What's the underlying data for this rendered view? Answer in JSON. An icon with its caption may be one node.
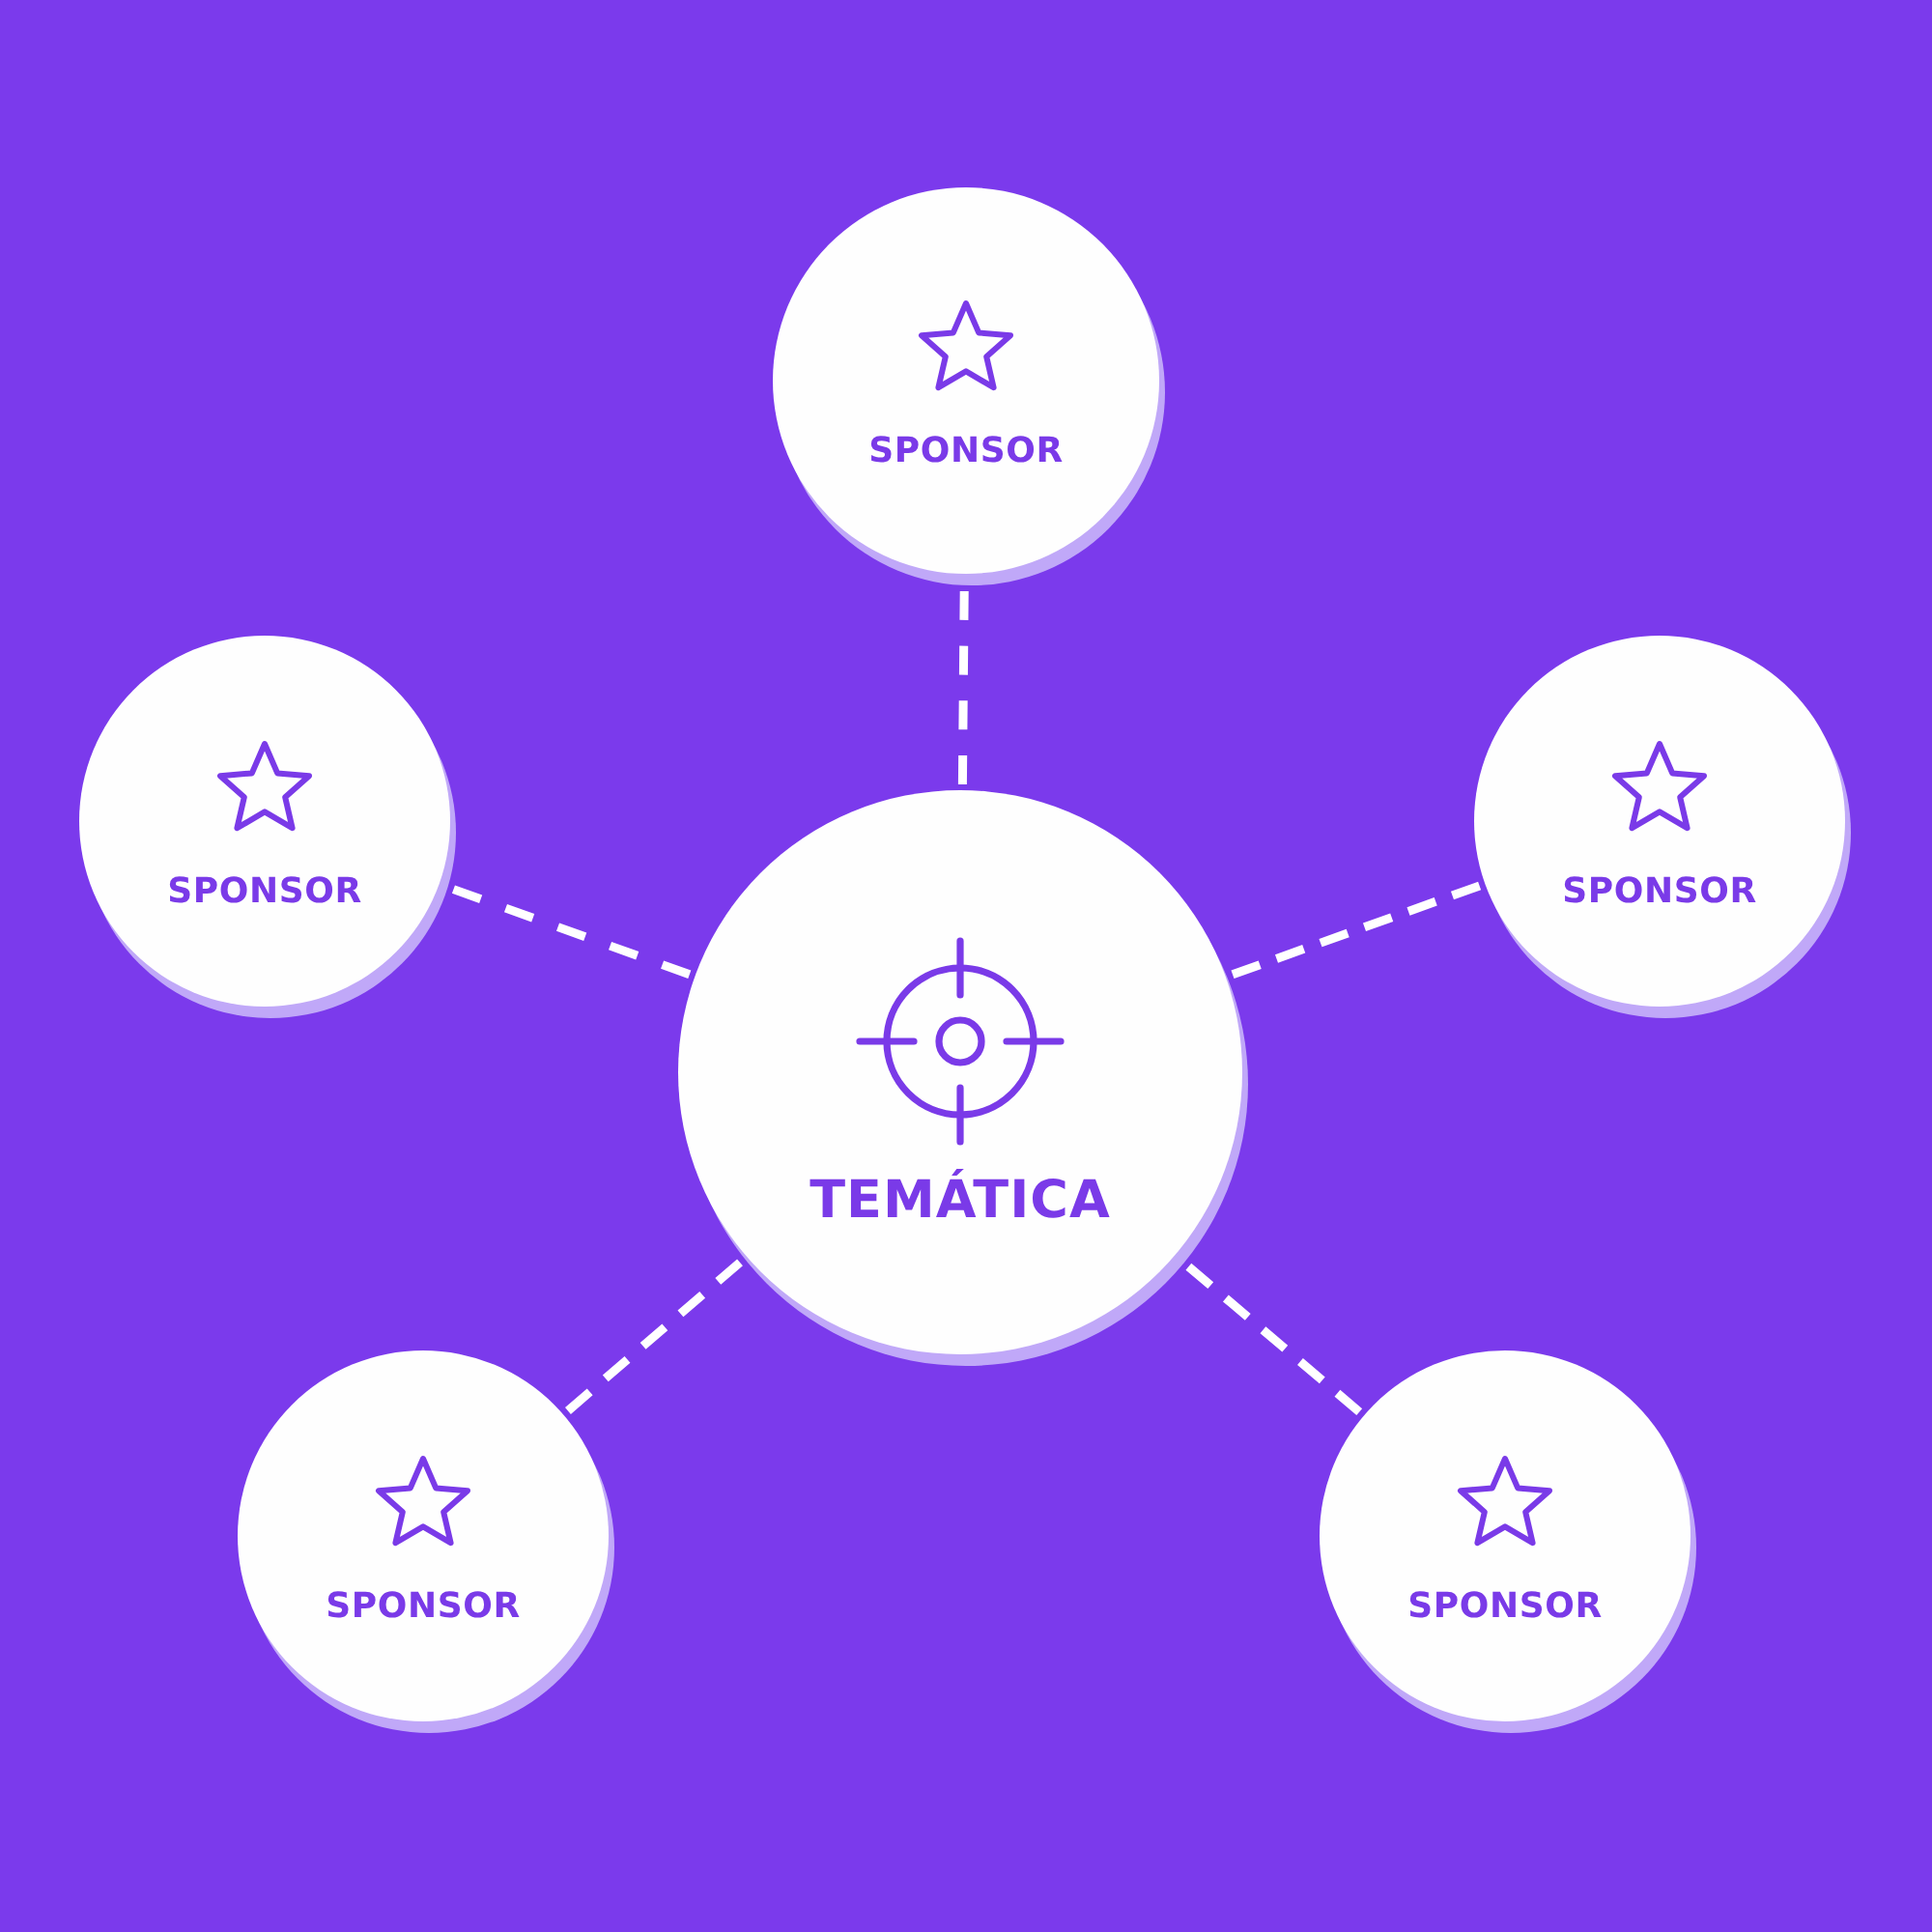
{
  "diagram": {
    "nodes": [
      {
        "text": [
          "SPONSOR"
        ]
      },
      {
        "text": [
          "SPONSOR"
        ]
      },
      {
        "text": [
          "SPONSOR"
        ]
      },
      {
        "text": [
          "TEMÁTICA"
        ]
      },
      {
        "text": [
          "SPONSOR"
        ]
      },
      {
        "text": [
          "SPONSOR"
        ]
      }
    ],
    "edges": [
      {
        "from": 3,
        "to": 0,
        "arrow": "none",
        "style": "dashed"
      },
      {
        "from": 3,
        "to": 1,
        "arrow": "none",
        "style": "dashed"
      },
      {
        "from": 3,
        "to": 2,
        "arrow": "none",
        "style": "dashed"
      },
      {
        "from": 3,
        "to": 4,
        "arrow": "none",
        "style": "dashed"
      },
      {
        "from": 3,
        "to": 5,
        "arrow": "none",
        "style": "dashed"
      }
    ]
  }
}
